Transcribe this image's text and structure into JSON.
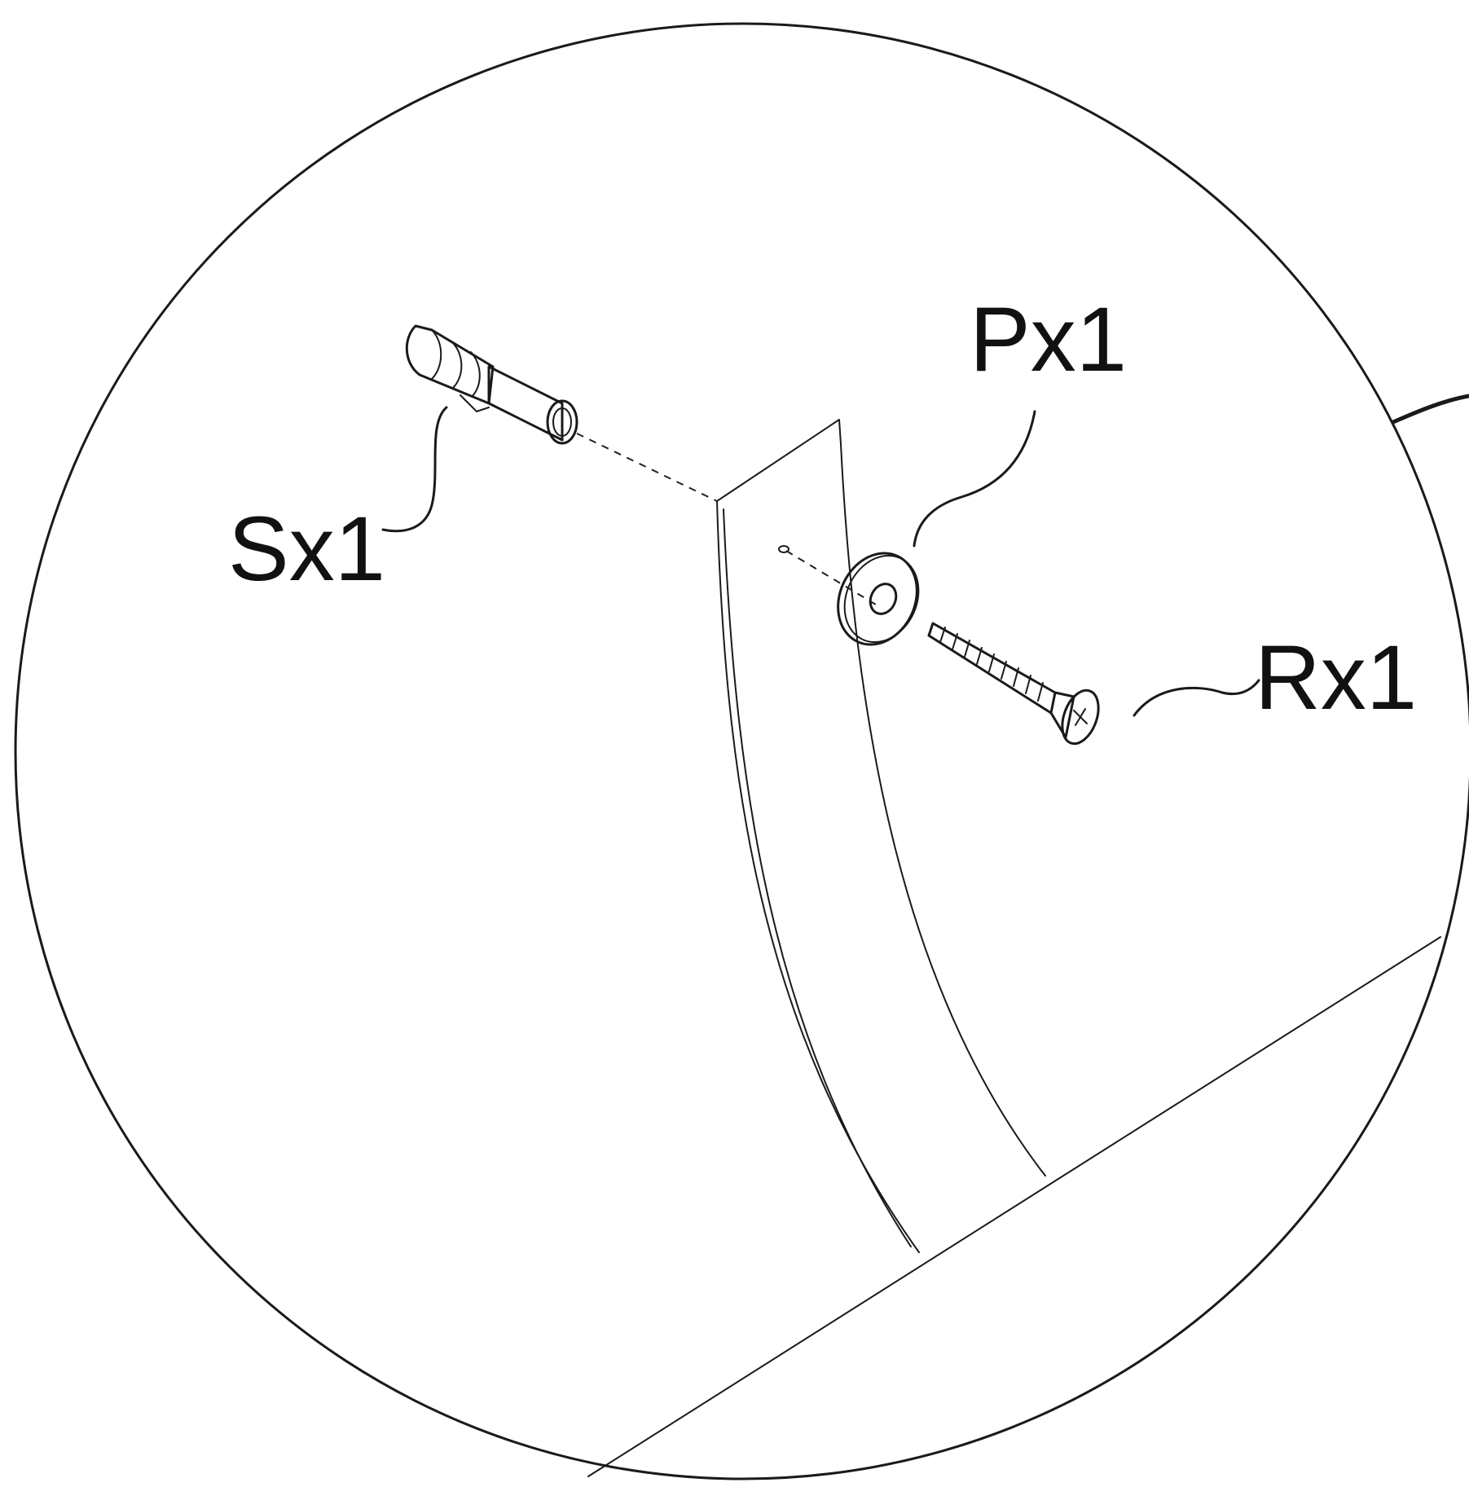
{
  "labels": {
    "anchor": "Sx1",
    "washer": "Px1",
    "screw": "Rx1"
  },
  "parts": {
    "anchor_icon": "wall-plug-anchor-icon",
    "washer_icon": "flat-washer-icon",
    "screw_icon": "phillips-wood-screw-icon"
  },
  "colors": {
    "ink": "#1a1a1a",
    "background": "#ffffff"
  }
}
